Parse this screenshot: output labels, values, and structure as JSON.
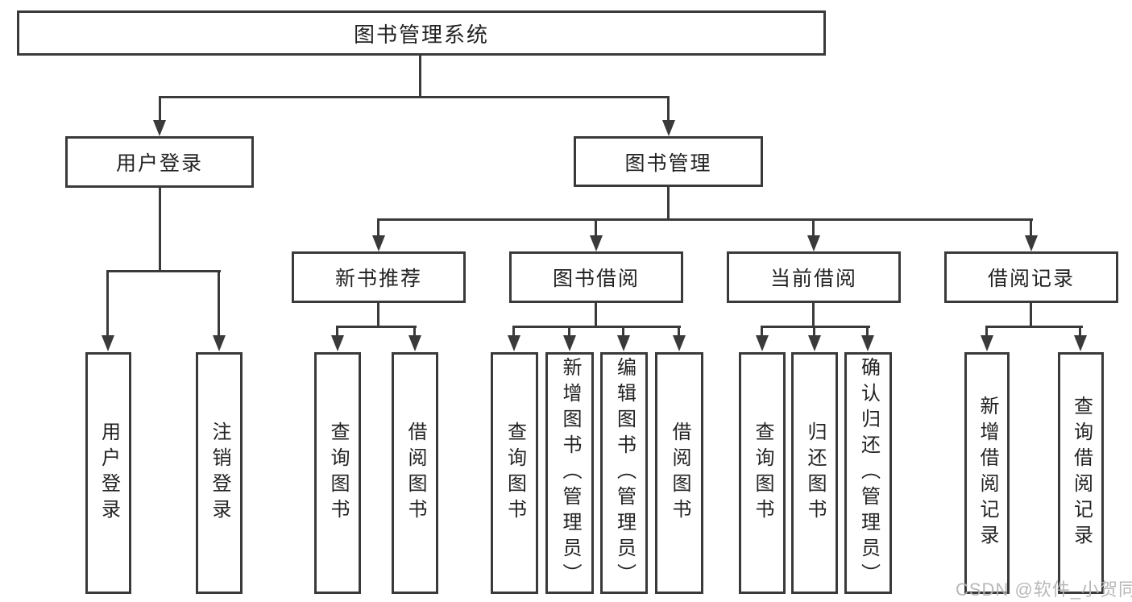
{
  "diagram": {
    "watermark": "CSDN @软件_小贺同学",
    "colors": {
      "line": "#3a3a3a",
      "text": "#222222",
      "box_background": "#ffffff",
      "page_background": "#ffffff",
      "watermark": "#b5b5b5"
    },
    "nodes": {
      "root": "图书管理系统",
      "user_login": "用户登录",
      "book_management": "图书管理",
      "new_book_recommend": "新书推荐",
      "book_borrow": "图书借阅",
      "current_borrow": "当前借阅",
      "borrow_records": "借阅记录",
      "leaf_user_login": "用户登录",
      "leaf_logout_login": "注销登录",
      "leaf_query_books_recommend": "查询图书",
      "leaf_borrow_books_recommend": "借阅图书",
      "leaf_query_books_borrow": "查询图书",
      "leaf_add_books_admin": "新增图书（管理员）",
      "leaf_edit_books_admin": "编辑图书（管理员）",
      "leaf_borrow_books_borrow": "借阅图书",
      "leaf_query_books_current": "查询图书",
      "leaf_return_books": "归还图书",
      "leaf_confirm_return_admin": "确认归还（管理员）",
      "leaf_add_borrow_record": "新增借阅记录",
      "leaf_query_borrow_record": "查询借阅记录"
    },
    "hierarchy": [
      {
        "parent": "图书管理系统",
        "children": [
          "用户登录",
          "图书管理"
        ]
      },
      {
        "parent": "用户登录",
        "children": [
          "用户登录",
          "注销登录"
        ]
      },
      {
        "parent": "图书管理",
        "children": [
          "新书推荐",
          "图书借阅",
          "当前借阅",
          "借阅记录"
        ]
      },
      {
        "parent": "新书推荐",
        "children": [
          "查询图书",
          "借阅图书"
        ]
      },
      {
        "parent": "图书借阅",
        "children": [
          "查询图书",
          "新增图书（管理员）",
          "编辑图书（管理员）",
          "借阅图书"
        ]
      },
      {
        "parent": "当前借阅",
        "children": [
          "查询图书",
          "归还图书",
          "确认归还（管理员）"
        ]
      },
      {
        "parent": "借阅记录",
        "children": [
          "新增借阅记录",
          "查询借阅记录"
        ]
      }
    ]
  }
}
